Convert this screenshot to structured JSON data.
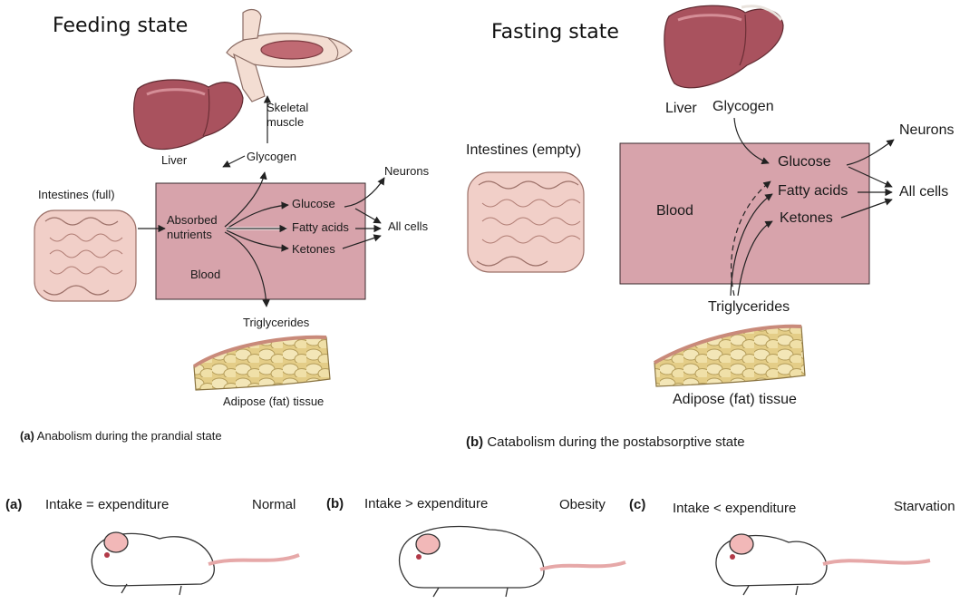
{
  "panel_a": {
    "title": "Feeding state",
    "caption_letter": "(a)",
    "caption": "Anabolism during the prandial state",
    "labels": {
      "skeletal_muscle_1": "Skeletal",
      "skeletal_muscle_2": "muscle",
      "liver": "Liver",
      "glycogen": "Glycogen",
      "neurons": "Neurons",
      "intestines": "Intestines (full)",
      "absorbed_1": "Absorbed",
      "absorbed_2": "nutrients",
      "glucose": "Glucose",
      "fatty_acids": "Fatty acids",
      "ketones": "Ketones",
      "all_cells": "All cells",
      "blood": "Blood",
      "triglycerides": "Triglycerides",
      "adipose": "Adipose (fat) tissue"
    }
  },
  "panel_b": {
    "title": "Fasting state",
    "caption_letter": "(b)",
    "caption": "Catabolism during the postabsorptive state",
    "labels": {
      "liver": "Liver",
      "glycogen": "Glycogen",
      "neurons": "Neurons",
      "intestines": "Intestines (empty)",
      "glucose": "Glucose",
      "fatty_acids": "Fatty acids",
      "ketones": "Ketones",
      "all_cells": "All cells",
      "blood": "Blood",
      "triglycerides": "Triglycerides",
      "adipose": "Adipose (fat) tissue"
    }
  },
  "balance": [
    {
      "letter": "(a)",
      "relation": "Intake = expenditure",
      "state": "Normal"
    },
    {
      "letter": "(b)",
      "relation": "Intake > expenditure",
      "state": "Obesity"
    },
    {
      "letter": "(c)",
      "relation": "Intake < expenditure",
      "state": "Starvation"
    }
  ],
  "colors": {
    "blood_box": "#d7a3ab",
    "liver": "#a9525e",
    "liver_light": "#c97c87",
    "muscle": "#c06a73",
    "fat_yellow": "#ead79b",
    "fat_edge": "#b09a5c",
    "intestine": "#f1cfc8",
    "mouse_ear": "#f2b8b8"
  }
}
